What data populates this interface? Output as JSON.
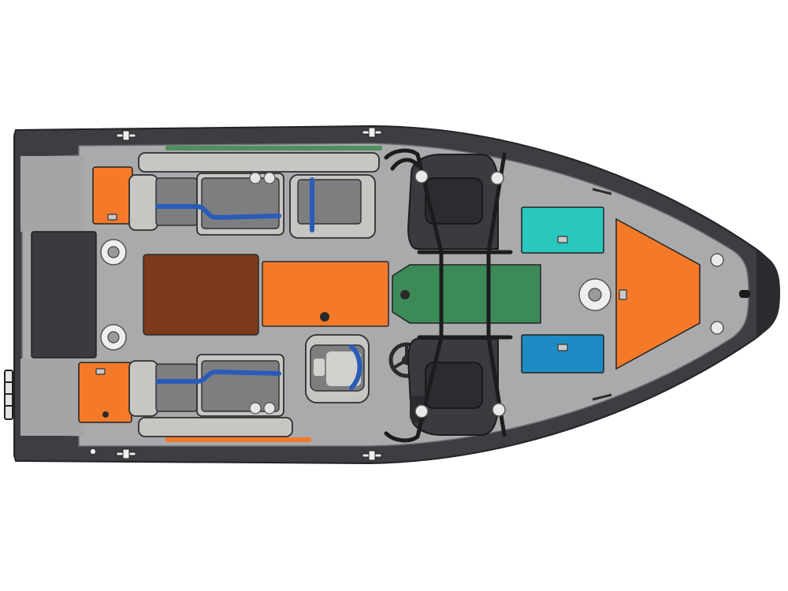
{
  "colors": {
    "background": "#ffffff",
    "hull": "#3d3e42",
    "hull_edge": "#222326",
    "deck": "#a9aaac",
    "deck_light": "#bdbec0",
    "well": "#55565a",
    "console": "#3a3b3e",
    "upholstery": "#c7c6c2",
    "upholstery_dark": "#8e8f91",
    "seat_insert": "#7d7e80",
    "seat_stripe": "#2a5bb8",
    "storage_orange": "#f47a2a",
    "teak_brown": "#7b3a1c",
    "livewell_green": "#3c8a58",
    "hatch_teal": "#28c8be",
    "hatch_blue": "#1d8cc4",
    "rail_green": "#4f8f5e",
    "rail_orange": "#f47a2a",
    "cleat": "#e9e9e9",
    "cupholder": "#dcdcdc",
    "frame": "#1c1c1e"
  },
  "elements": {
    "hull": "hull",
    "deck": "deck",
    "motor_well": "motor-well",
    "stern_platform": "stern-platform",
    "rear_bench_port": "rear-bench-port",
    "rear_bench_starboard": "rear-bench-starboard",
    "driver_seat": "driver-seat",
    "helm_console": "helm-console",
    "passenger_console": "passenger-console",
    "steering_wheel": "steering-wheel",
    "windshield_frame": "windshield-frame",
    "teak_floor": "teak-floor",
    "orange_hatch_center": "orange-hatch-center",
    "livewell": "livewell",
    "bow_triangle_hatch": "bow-triangle-hatch",
    "bow_teal_hatch": "bow-teal-hatch",
    "bow_blue_hatch": "bow-blue-hatch"
  }
}
